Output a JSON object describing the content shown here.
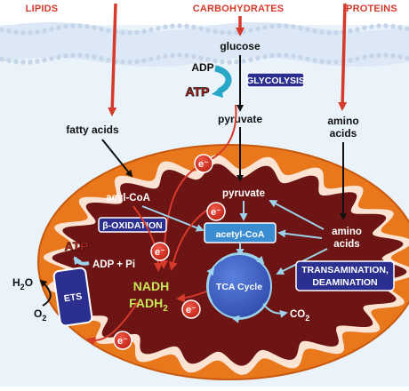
{
  "headers": {
    "lipids": "LIPIDS",
    "carbohydrates": "CARBOHYDRATES",
    "proteins": "PROTEINS"
  },
  "molecules": {
    "glucose": "glucose",
    "adp_glycolysis": "ADP",
    "atp_glycolysis": "ATP",
    "pyruvate_cytosol": "pyruvate",
    "fatty_acids": "fatty acids",
    "amino_acids_cytosol_line1": "amino",
    "amino_acids_cytosol_line2": "acids",
    "acyl_coa": "acyl-CoA",
    "pyruvate_matrix": "pyruvate",
    "acetyl_coa": "acetyl-CoA",
    "amino_acids_matrix_line1": "amino",
    "amino_acids_matrix_line2": "acids",
    "nadh": "NADH",
    "fadh2_base": "FADH",
    "fadh2_sub": "2",
    "co2_base": "CO",
    "co2_sub": "2",
    "h2o_h": "H",
    "h2o_sub": "2",
    "h2o_o": "O",
    "o2_base": "O",
    "o2_sub": "2",
    "atp_ets": "ATP",
    "adp_pi": "ADP + Pi"
  },
  "processes": {
    "glycolysis": "GLYCOLYSIS",
    "beta_oxidation": "β-OXIDATION",
    "transamination_line1": "TRANSAMINATION,",
    "transamination_line2": "DEAMINATION",
    "tca_cycle": "TCA Cycle",
    "ets": "ETS"
  },
  "electron_label": "e⁻",
  "colors": {
    "outer_membrane": "#e9771b",
    "inner_membrane": "#fbe3d3",
    "matrix": "#6d1414",
    "arrow_red": "#d63a2a",
    "process_box": "#2b2f8f",
    "acetyl_box": "#3b8dd1",
    "tca_circle": "#3a5fc4",
    "glycolysis_arrow": "#28a7c6",
    "atp_red": "#d9251c",
    "nadh_text": "#c8e85a",
    "light_arrow": "#9dd3ea"
  },
  "icons": [
    "electron-icon",
    "membrane-lipid-bilayer"
  ]
}
